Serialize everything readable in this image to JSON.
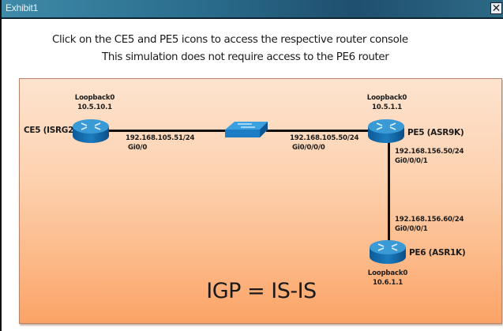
{
  "window": {
    "title": "Exhibit1",
    "close_icon": "close-icon"
  },
  "instructions": {
    "line1": "Click on the CE5 and PE5 icons to access the respective router console",
    "line2": "This simulation does not require access to the PE6 router"
  },
  "topology": {
    "devices": {
      "ce5": {
        "name": "CE5 (ISRG2)",
        "icon": "router-icon",
        "loopback_label": "Loopback0",
        "loopback_ip": "10.5.10.1",
        "interfaces": [
          {
            "ip": "192.168.105.51/24",
            "name": "Gi0/0"
          }
        ]
      },
      "switch": {
        "icon": "switch-icon"
      },
      "pe5": {
        "name": "PE5 (ASR9K)",
        "icon": "router-icon",
        "loopback_label": "Loopback0",
        "loopback_ip": "10.5.1.1",
        "interfaces": [
          {
            "ip": "192.168.105.50/24",
            "name": "Gi0/0/0/0"
          },
          {
            "ip": "192.168.156.50/24",
            "name": "Gi0/0/0/1"
          }
        ]
      },
      "pe6": {
        "name": "PE6 (ASR1K)",
        "icon": "router-icon",
        "loopback_label": "Loopback0",
        "loopback_ip": "10.6.1.1",
        "interfaces": [
          {
            "ip": "192.168.156.60/24",
            "name": "Gi0/0/0/1"
          }
        ]
      }
    },
    "igp_label": "IGP = IS-IS"
  },
  "colors": {
    "titlebar": "#2a6c8c",
    "device_blue": "#1f7fc0",
    "diagram_top": "#fde3cf",
    "diagram_bottom": "#fba366"
  }
}
